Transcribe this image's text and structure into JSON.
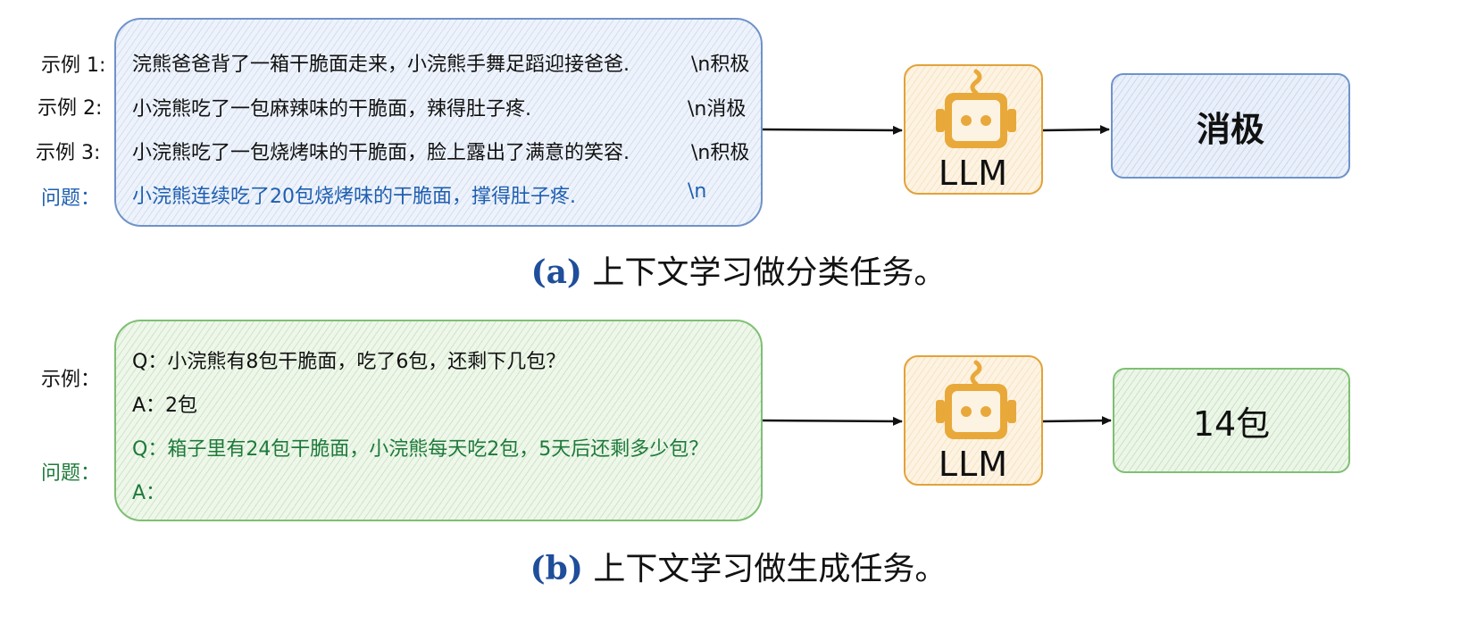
{
  "panel_a": {
    "labels": [
      "示例 1:",
      "示例 2:",
      "示例 3:",
      "问题："
    ],
    "lines": [
      {
        "text": "浣熊爸爸背了一箱干脆面走来，小浣熊手舞足蹈迎接爸爸.",
        "tag": "\\n积极"
      },
      {
        "text": "小浣熊吃了一包麻辣味的干脆面，辣得肚子疼.",
        "tag": "\\n消极"
      },
      {
        "text": "小浣熊吃了一包烧烤味的干脆面，脸上露出了满意的笑容.",
        "tag": "\\n积极"
      },
      {
        "text": "小浣熊连续吃了20包烧烤味的干脆面，撑得肚子疼.",
        "tag": "\\n"
      }
    ],
    "model_label": "LLM",
    "output": "消极",
    "caption_label": "(a)",
    "caption_text": " 上下文学习做分类任务。"
  },
  "panel_b": {
    "labels": [
      "示例：",
      "问题："
    ],
    "lines": [
      "Q：小浣熊有8包干脆面，吃了6包，还剩下几包？",
      "A：2包",
      "Q：箱子里有24包干脆面，小浣熊每天吃2包，5天后还剩多少包？",
      "A："
    ],
    "model_label": "LLM",
    "output": "14包",
    "caption_label": "(b)",
    "caption_text": " 上下文学习做生成任务。"
  },
  "colors": {
    "blue_accent": "#1f5fb0",
    "green_accent": "#1e7a3a",
    "llm_border": "#e2a23a",
    "robot_fill": "#e8a93a"
  },
  "icons": [
    "robot-icon",
    "arrow-right-icon"
  ]
}
